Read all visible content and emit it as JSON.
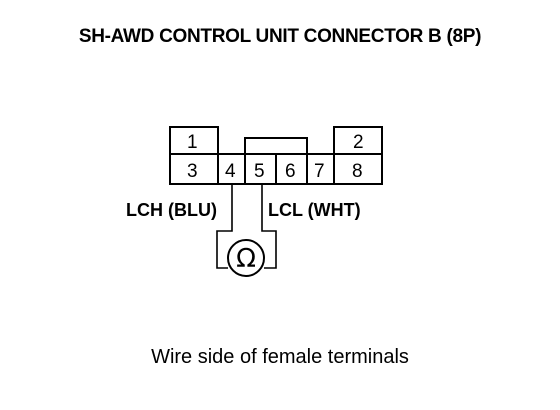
{
  "title": "SH-AWD CONTROL UNIT CONNECTOR B (8P)",
  "connector": {
    "pins_top": [
      "1",
      "2"
    ],
    "pins_bottom": [
      "3",
      "4",
      "5",
      "6",
      "7",
      "8"
    ]
  },
  "wires": {
    "left_label": "LCH (BLU)",
    "right_label": "LCL (WHT)"
  },
  "meter_symbol": "Ω",
  "meter_icon": "ohmmeter-icon",
  "caption": "Wire side of female terminals"
}
